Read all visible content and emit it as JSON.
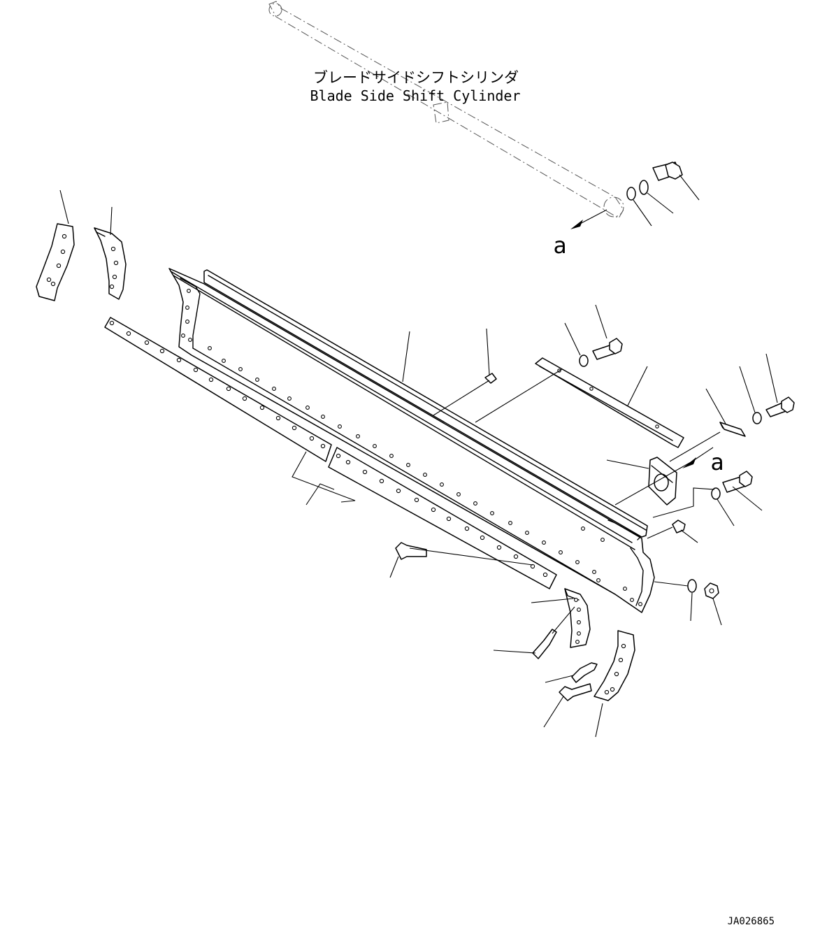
{
  "labels": {
    "cylinder_jp": "ブレードサイドシフトシリンダ",
    "cylinder_en": "Blade Side Shift Cylinder",
    "view_marker_top": "a",
    "view_marker_right": "a",
    "drawing_number": "JA026865"
  }
}
